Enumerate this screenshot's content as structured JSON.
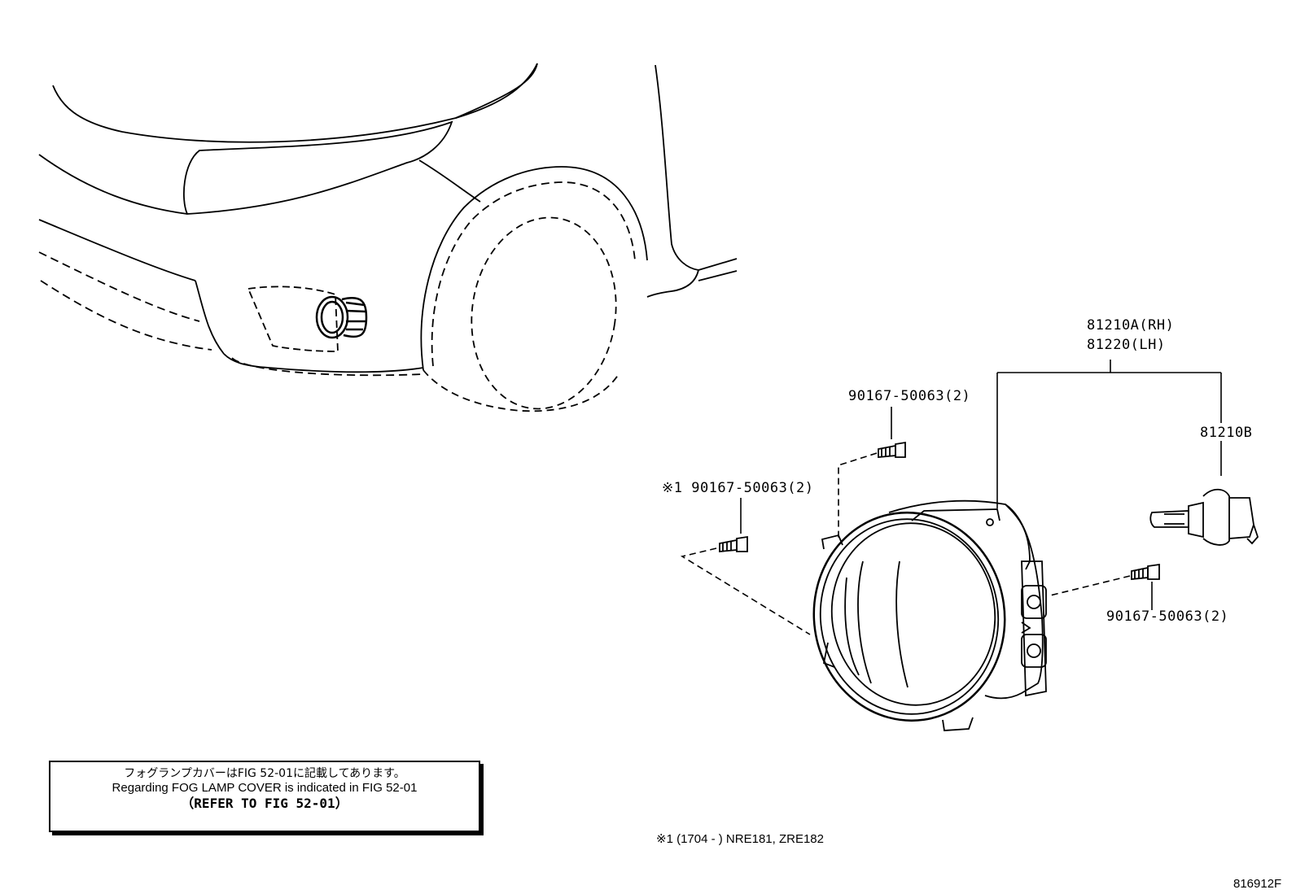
{
  "labels": {
    "rh_part": "81210A(RH)",
    "lh_part": "81220(LH)",
    "bulb_part": "81210B",
    "screw_top": "90167-50063(2)",
    "screw_left": "※1 90167-50063(2)",
    "screw_right": "90167-50063(2)"
  },
  "note": {
    "line1": "フォグランプカバーはFIG 52-01に記載してあります。",
    "line2": "Regarding FOG LAMP COVER is indicated in FIG 52-01",
    "line3": "（REFER TO FIG 52-01）"
  },
  "footnote": "※1 (1704 -      ) NRE181, ZRE182",
  "figure_id": "816912F"
}
